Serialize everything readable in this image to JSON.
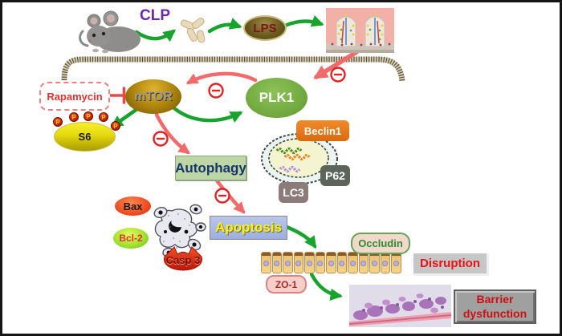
{
  "nodes": {
    "clp": {
      "label": "CLP",
      "text_color": "#6a28aa"
    },
    "lps": {
      "label": "LPS",
      "fill": "#6b5a1e",
      "border": "#cdbd7e",
      "text_color": "#7c1616"
    },
    "rapamycin": {
      "label": "Rapamycin",
      "fill": "#ffffff",
      "border": "#ef8080",
      "text_color": "#e23333"
    },
    "mtor": {
      "label": "mTOR",
      "fill": "#a8800c",
      "text_color": "#9c9c9c"
    },
    "s6": {
      "label": "S6",
      "fill": "#e8dc10",
      "text_color": "#1a1a1a",
      "phosphate": {
        "label": "P",
        "count": 5,
        "fill": "#c42000",
        "text_color": "#ffc020"
      }
    },
    "plk1": {
      "label": "PLK1",
      "fill": "#74ab41",
      "text_color": "#ffffff"
    },
    "beclin1": {
      "label": "Beclin1",
      "fill": "#e2761b",
      "text_color": "#ffffff"
    },
    "p62": {
      "label": "P62",
      "fill": "#5d655b",
      "text_color": "#ffffff"
    },
    "lc3": {
      "label": "LC3",
      "fill": "#8d7b79",
      "text_color": "#ffffff"
    },
    "autophagy": {
      "label": "Autophagy",
      "fill": "#bcd6a6",
      "text_color": "#17346b"
    },
    "apoptosis": {
      "label": "Apoptosis",
      "fill": "#a9b9e3",
      "text_color": "#fff200"
    },
    "bax": {
      "label": "Bax",
      "fill": "#f05024",
      "text_color": "#1a1a1a"
    },
    "bcl2": {
      "label": "Bcl-2",
      "fill": "#9be02c",
      "text_color": "#e23030"
    },
    "casp3": {
      "label": "Casp 3",
      "fill": "#e02818",
      "text_color": "#7a0a0a"
    },
    "occludin": {
      "label": "Occludin",
      "fill": "#f2d7cb",
      "border": "#63a457",
      "text_color": "#2e8b35"
    },
    "zo1": {
      "label": "ZO-1",
      "fill": "#f7cfc9",
      "border": "#d98585",
      "text_color": "#aa2a2a"
    },
    "disruption": {
      "label": "Disruption",
      "fill": "#c6c6c6",
      "text_color": "#ea1212"
    },
    "barrier_dysfunction": {
      "label": "Barrier dysfunction",
      "fill": "#a0a0a0",
      "text_color": "#cc1111"
    }
  },
  "epithelium": {
    "cell_count": 13,
    "cell_fill": "#f2cc80",
    "cell_border": "#bc9150",
    "brush_border": "#8a5a28",
    "nucleus_fill": "#b9b2dd"
  },
  "arrows": {
    "stimulatory_color": "#18a42c",
    "inhibitory_color": "#f26a6a",
    "minus_ring_color": "#e02424",
    "minus_symbol": "⊖",
    "membrane_color": "#d8cfb2"
  },
  "icons": {
    "mouse": "mouse-image",
    "fecal_pellets": "fecal-pellets-image",
    "intestinal_epithelium": "intestinal-epithelium-image",
    "autophagosome": "autophagosome-image",
    "apoptotic_cells": "apoptotic-cells-image",
    "histology": "histology-image",
    "autophagosome_cargo_colors": [
      "#4a8a18",
      "#f08018",
      "#b090e0"
    ]
  }
}
